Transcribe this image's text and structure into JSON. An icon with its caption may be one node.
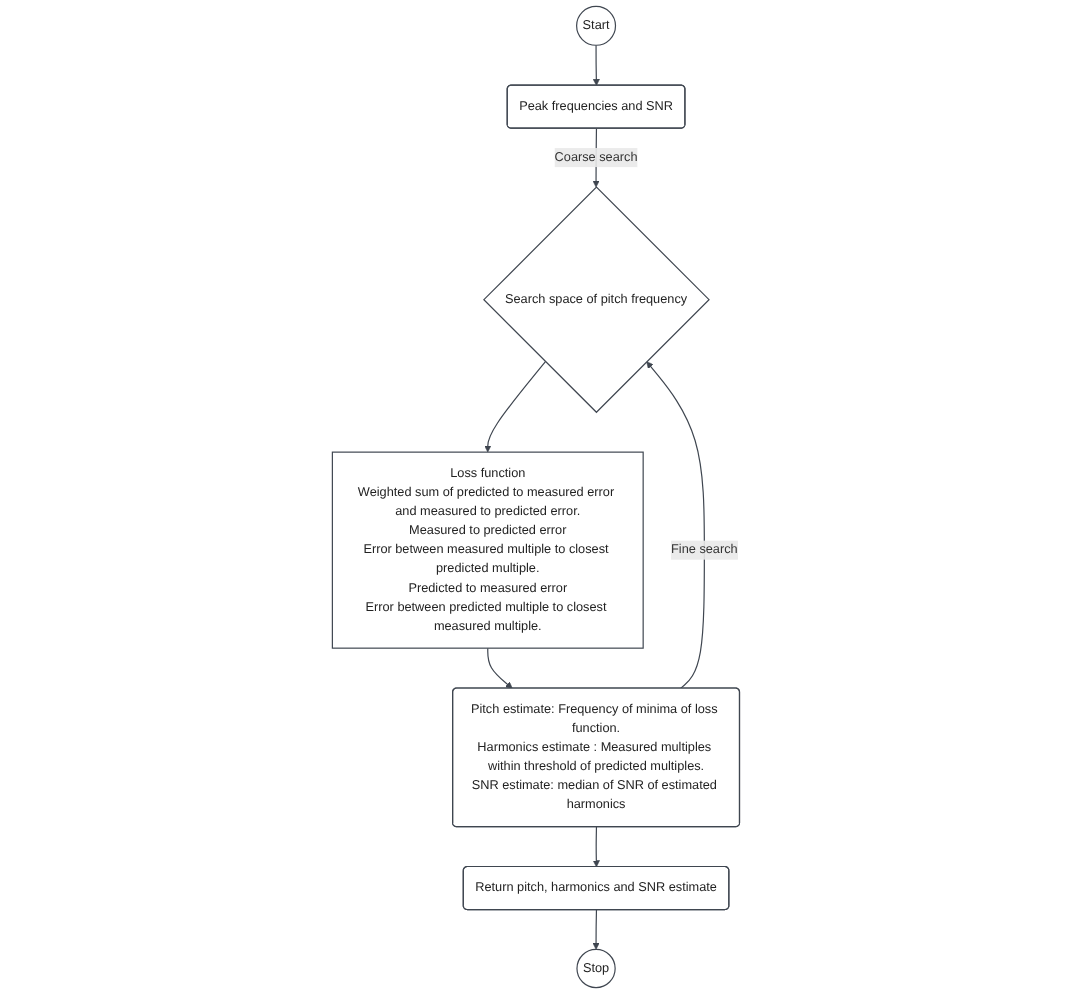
{
  "diagram": {
    "nodes": [
      {
        "text": [
          "Start"
        ]
      },
      {
        "text": [
          "Peak frequencies and SNR"
        ]
      },
      {
        "text": [
          "Search space of pitch frequency"
        ]
      },
      {
        "text": [
          "Loss function",
          "Weighted sum of predicted to measured error and measured to predicted error.",
          "Measured to predicted error",
          "Error between measured multiple to closest predicted multiple.",
          "Predicted to measured error",
          "Error between predicted multiple to closest measured multiple."
        ]
      },
      {
        "text": [
          "Pitch estimate: Frequency of minima of loss function.",
          "Harmonics estimate : Measured multiples within threshold of predicted multiples.",
          "SNR estimate: median of SNR of estimated harmonics"
        ]
      },
      {
        "text": [
          "Return pitch, harmonics and SNR estimate"
        ]
      },
      {
        "text": [
          "Stop"
        ]
      }
    ],
    "edges": [
      {
        "from": 0,
        "to": 1,
        "arrow": "to"
      },
      {
        "from": 1,
        "to": 2,
        "arrow": "to",
        "label": "Coarse search"
      },
      {
        "from": 2,
        "to": 3,
        "arrow": "to"
      },
      {
        "from": 3,
        "to": 4,
        "arrow": "to"
      },
      {
        "from": 4,
        "to": 2,
        "arrow": "to",
        "label": "Fine search"
      },
      {
        "from": 4,
        "to": 5,
        "arrow": "to"
      },
      {
        "from": 5,
        "to": 6,
        "arrow": "to"
      }
    ]
  }
}
